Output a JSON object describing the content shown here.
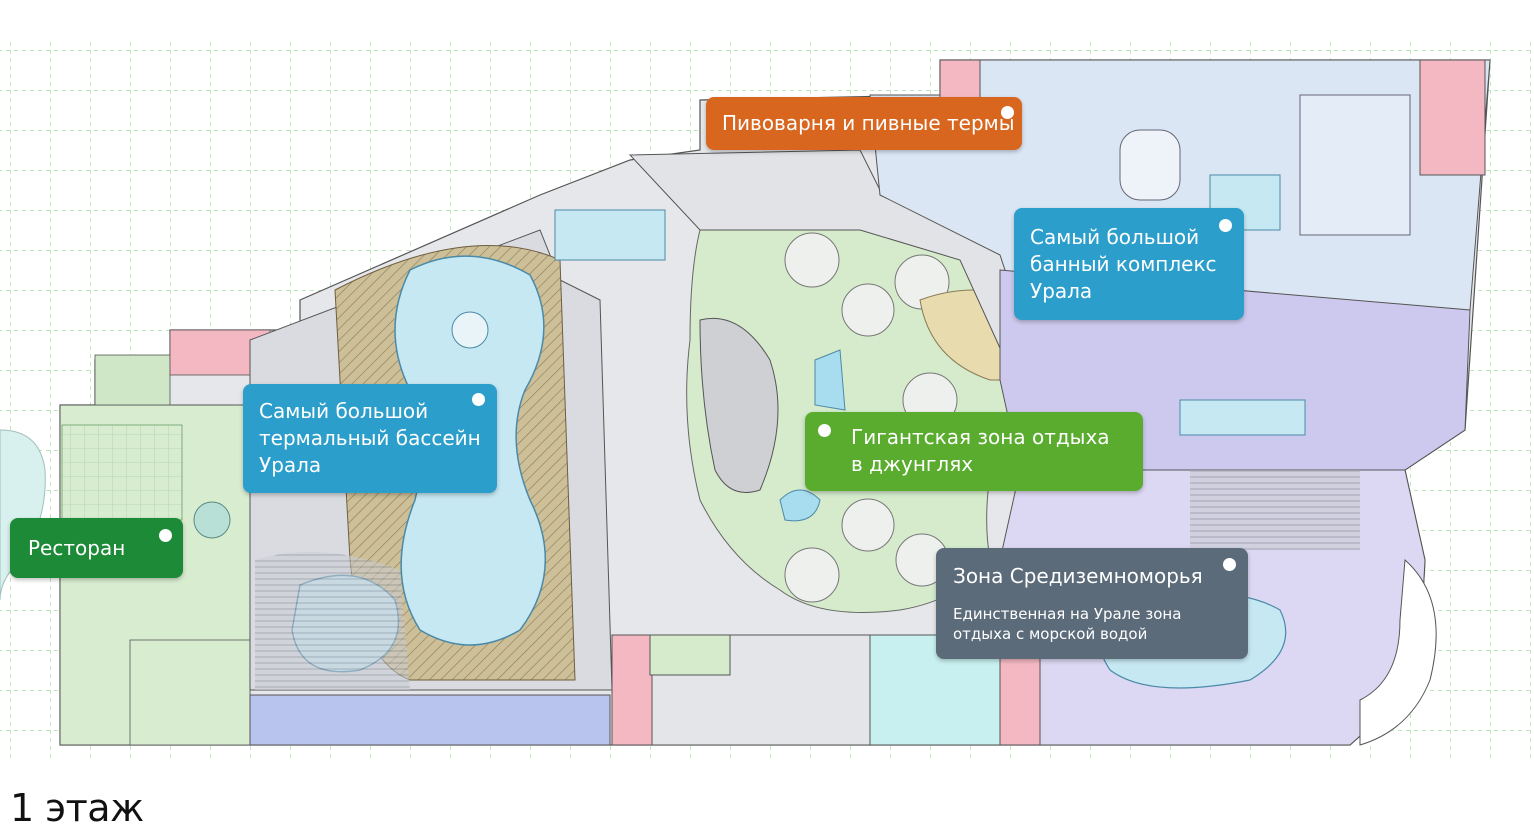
{
  "floor_label": "1 этаж",
  "colors": {
    "brewery": "#d9661f",
    "bath": "#2c9ecb",
    "pool": "#2c9ecb",
    "jungle": "#5aac2e",
    "restaurant": "#1d8a37",
    "mediterranean": "#5b6b7a"
  },
  "callouts": {
    "brewery": {
      "title": "Пивоварня и пивные термы"
    },
    "bath": {
      "title": "Самый большой\nбанный комплекс\nУрала"
    },
    "pool": {
      "title": "Самый большой\nтермальный бассейн\nУрала"
    },
    "jungle": {
      "title": "Гигантская зона отдыха\nв джунглях"
    },
    "restaurant": {
      "title": "Ресторан"
    },
    "mediterranean": {
      "title": "Зона Средиземноморья",
      "subtitle": "Единственная на Урале зона\nотдыха с морской водой"
    }
  }
}
